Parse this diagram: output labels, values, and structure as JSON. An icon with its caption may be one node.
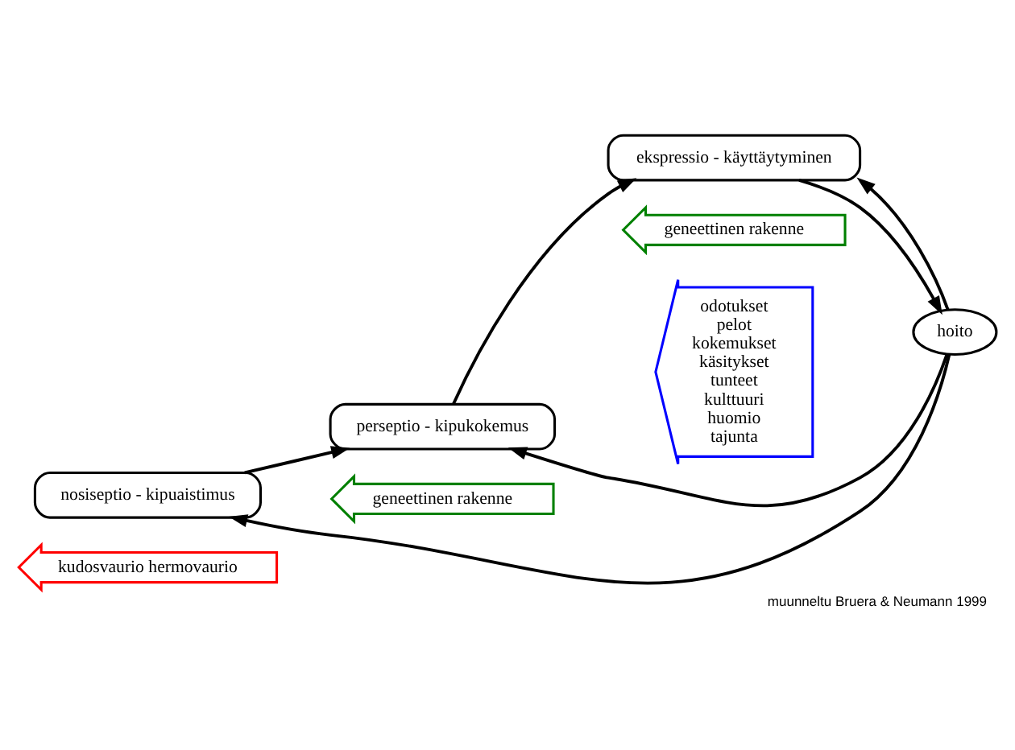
{
  "diagram": {
    "caption": "muunneltu Bruera & Neumann 1999",
    "nodes": [
      {
        "text": [
          "nosiseptio - kipuaistimus"
        ]
      },
      {
        "text": [
          "perseptio - kipukokemus"
        ]
      },
      {
        "text": [
          "ekspressio - käyttäytyminen"
        ]
      },
      {
        "text": [
          "hoito"
        ]
      },
      {
        "text": [
          "kudosvaurio hermovaurio"
        ]
      },
      {
        "text": [
          "geneettinen rakenne"
        ]
      },
      {
        "text": [
          "geneettinen rakenne"
        ]
      },
      {
        "text": [
          "odotukset",
          "pelot",
          "kokemukset",
          "käsitykset",
          "tunteet",
          "kulttuuri",
          "huomio",
          "tajunta"
        ]
      }
    ],
    "edges": [
      {
        "from": 0,
        "to": 1,
        "arrow": "to"
      },
      {
        "from": 1,
        "to": 2,
        "arrow": "to"
      },
      {
        "from": 3,
        "to": 0,
        "arrow": "to"
      },
      {
        "from": 3,
        "to": 1,
        "arrow": "to"
      },
      {
        "from": 3,
        "to": 2,
        "arrow": "to"
      },
      {
        "from": 2,
        "to": 3,
        "arrow": "to"
      }
    ]
  }
}
